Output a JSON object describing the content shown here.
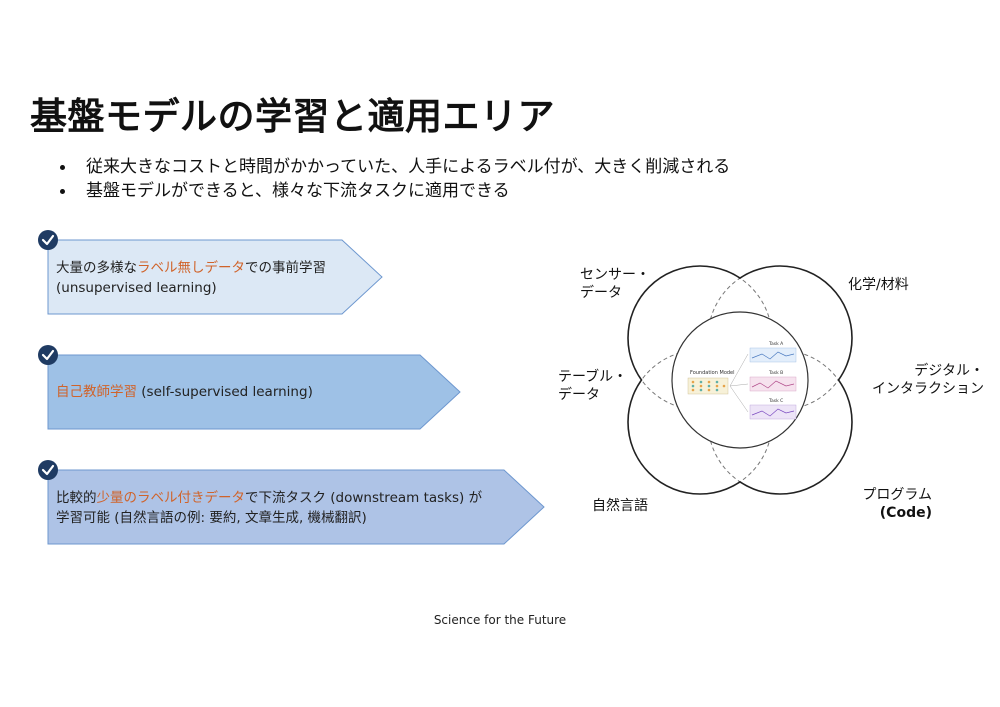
{
  "title": "基盤モデルの学習と適用エリア",
  "bullets": [
    "従来大きなコストと時間がかかっていた、人手によるラベル付が、大きく削減される",
    "基盤モデルができると、様々な下流タスクに適用できる"
  ],
  "steps": [
    {
      "pre": "大量の多様な",
      "highlight": "ラベル無しデータ",
      "post": "での事前学習",
      "line2": "(unsupervised learning)"
    },
    {
      "pre": "",
      "highlight": "自己教師学習",
      "post": " (self-supervised learning)",
      "line2": ""
    },
    {
      "pre": "比較的",
      "highlight": "少量のラベル付きデータ",
      "post": "で下流タスク (downstream tasks) が",
      "line2": "学習可能 (自然言語の例: 要約, 文章生成, 機械翻訳)"
    }
  ],
  "colors": {
    "step1_fill": "#dce8f5",
    "step2_fill": "#9ec1e6",
    "step3_fill": "#aec3e6",
    "step_stroke": "#6d97cf",
    "highlight": "#d0632a",
    "check": "#1f3b63"
  },
  "venn": {
    "labels": {
      "sensor": [
        "センサー・",
        "データ"
      ],
      "chemistry": "化学/材料",
      "table": [
        "テーブル・",
        "データ"
      ],
      "digital": [
        "デジタル・",
        "インタラクション"
      ],
      "language": "自然言語",
      "program": [
        "プログラム",
        "(Code)"
      ]
    },
    "center": {
      "model": "Foundation Model",
      "tasks": [
        "Task A",
        "Task B",
        "Task C"
      ]
    }
  },
  "footer": "Science for the Future"
}
